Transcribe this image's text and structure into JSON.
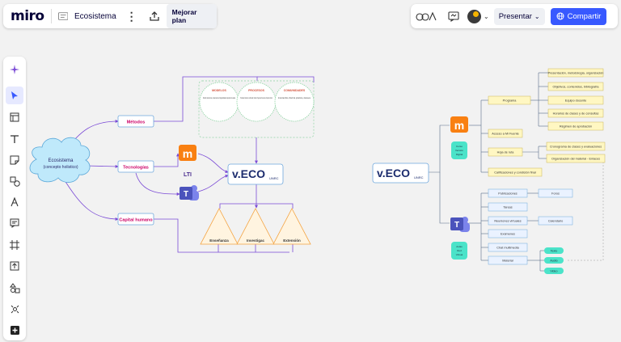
{
  "topbar": {
    "logo": "miro",
    "board_name": "Ecosistema",
    "upgrade_label": "Mejorar plan"
  },
  "rightbar": {
    "present_label": "Presentar",
    "share_label": "Compartir"
  },
  "toolbar": {
    "items": [
      "ai-sparkle-icon",
      "select-cursor-icon",
      "template-icon",
      "text-icon",
      "sticky-note-icon",
      "shapes-icon",
      "pen-icon",
      "comment-icon",
      "frame-icon",
      "upload-icon",
      "more-apps-icon",
      "connectors-icon",
      "add-icon"
    ]
  },
  "left_map": {
    "center": {
      "title": "Ecosistema",
      "subtitle": "(concepto holistico)"
    },
    "branches": [
      "Métodos",
      "Tecnologías",
      "Capital humano"
    ],
    "lti_label": "LTI",
    "veco_logo": "v.ECO",
    "veco_sub": "UNRC",
    "circles": [
      {
        "title": "MODELOS",
        "body": "Diseño, Estructuras, Lineamientos, Regularidades, Ejemplos de aulas"
      },
      {
        "title": "PROCESOS",
        "body": "Tutoriales, Recursos multimedia, Videos, Preguntas frecuentes, Soporte técnico"
      },
      {
        "title": "COMUNIDADES",
        "body": "Intercambio, Red de práctica, Ateneos"
      }
    ],
    "triangles": [
      "Enseñanza",
      "Investigac",
      "Extensión"
    ]
  },
  "right_map": {
    "veco_logo": "v.ECO",
    "veco_sub": "UNRC",
    "moodle_cyl": [
      "Curso",
      "Versión",
      "Digital"
    ],
    "teams_cyl": [
      "Aulas",
      "Red",
      "Virtual"
    ],
    "moodle_items": [
      "Programa",
      "Acceso a Mi Fuente",
      "Hoja de ruta",
      "Calificaciones y condición final"
    ],
    "programa_items": [
      "Presentación, metodología, organización",
      "Objetivos, contenidos, bibliografía",
      "Equipo docente",
      "Horarios de clases y de consultas",
      "Régimen de aprobación"
    ],
    "hoja_items": [
      "Cronograma de clases y evaluaciones",
      "Organización del material - Enlaces"
    ],
    "teams_items": [
      "Publicaciones",
      "Tareas",
      "Reuniones virtuales",
      "Exámenes",
      "Chat multimedia",
      "Material"
    ],
    "teams_right": [
      "Foros",
      "Calendario"
    ],
    "material_pills": [
      "Texto",
      "Audio",
      "Video"
    ]
  }
}
